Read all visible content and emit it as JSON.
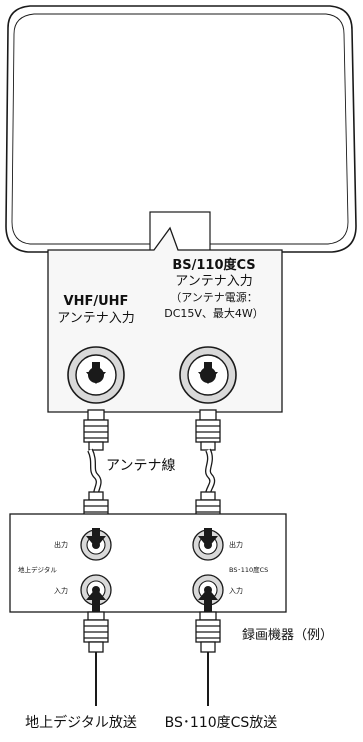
{
  "panel": {
    "left_port_label": [
      "VHF/UHF",
      "アンテナ入力"
    ],
    "right_port_label": [
      "BS/110度CS",
      "アンテナ入力",
      "（アンテナ電源：",
      "DC15V、最大4W）"
    ]
  },
  "cable_label": "アンテナ線",
  "recorder": {
    "label": "録画機器（例）",
    "out_left": "出力",
    "out_right": "出力",
    "digital_label": "地上デジタル",
    "bs_label": "BS･110度CS",
    "in_left": "入力",
    "in_right": "入力"
  },
  "broadcast": {
    "left": "地上デジタル放送",
    "right": "BS･110度CS放送"
  },
  "colors": {
    "line": "#1a1a1a",
    "panel_fill": "#f7f7f7",
    "connector_fill": "#ffffff",
    "port_ring": "#cfcfcf"
  }
}
